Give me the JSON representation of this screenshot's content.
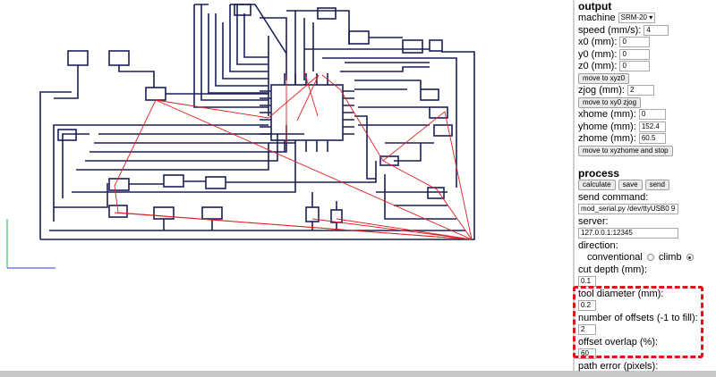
{
  "colors": {
    "trace": "#1a1f5a",
    "route": "#e02020",
    "axis_y": "#22b04a",
    "axis_x": "#2a3fe0",
    "highlight": "#e0141a"
  },
  "output": {
    "heading": "output",
    "machine_label": "machine",
    "machine_value": "SRM-20 ▾",
    "speed_label": "speed (mm/s):",
    "speed_value": "4",
    "x0_label": "x0 (mm):",
    "x0_value": "0",
    "y0_label": "y0 (mm):",
    "y0_value": "0",
    "z0_label": "z0 (mm):",
    "z0_value": "0",
    "move_xyz0": "move to xyz0",
    "zjog_label": "zjog (mm):",
    "zjog_value": "2",
    "move_xy0_zjog": "move to xy0 zjog",
    "xhome_label": "xhome (mm):",
    "xhome_value": "0",
    "yhome_label": "yhome (mm):",
    "yhome_value": "152.4",
    "zhome_label": "zhome (mm):",
    "zhome_value": "60.5",
    "move_home": "move to xyzhome and stop"
  },
  "process": {
    "heading": "process",
    "calculate": "calculate",
    "save": "save",
    "send": "send",
    "send_command_label": "send command:",
    "send_command_value": "mod_serial.py /dev/ttyUSB0 9",
    "server_label": "server:",
    "server_value": "127.0.0.1:12345",
    "direction_label": "direction:",
    "conventional": "conventional",
    "climb": "climb",
    "cut_depth_label": "cut depth (mm):",
    "cut_depth_value": "0.1",
    "tool_diameter_label": "tool diameter (mm):",
    "tool_diameter_value": "0.2",
    "offsets_label": "number of offsets (-1 to fill):",
    "offsets_value": "2",
    "overlap_label": "offset overlap (%):",
    "overlap_value": "60",
    "path_error_label": "path error (pixels):"
  }
}
